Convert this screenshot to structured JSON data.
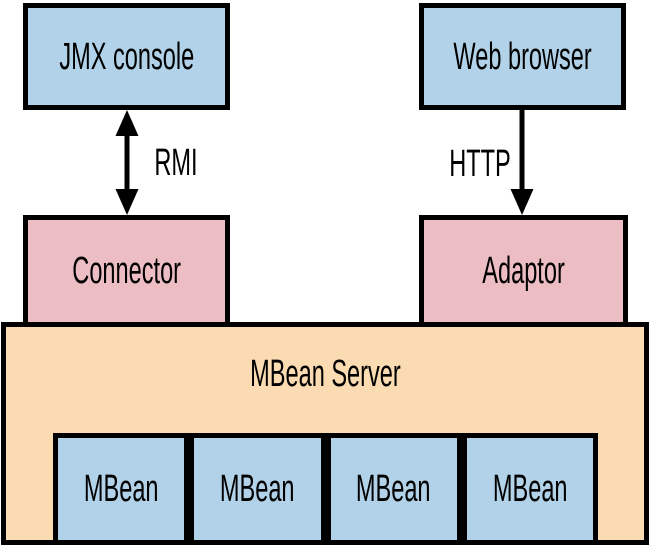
{
  "diagram": {
    "description": "JMX architecture diagram",
    "nodes": {
      "jmx_console": {
        "label": "JMX console"
      },
      "web_browser": {
        "label": "Web browser"
      },
      "connector": {
        "label": "Connector"
      },
      "adaptor": {
        "label": "Adaptor"
      },
      "mbean_server": {
        "label": "MBean Server"
      },
      "mbeans": [
        {
          "label": "MBean"
        },
        {
          "label": "MBean"
        },
        {
          "label": "MBean"
        },
        {
          "label": "MBean"
        }
      ]
    },
    "edges": [
      {
        "from": "JMX console",
        "to": "Connector",
        "label": "RMI",
        "arrow": "double-headed-vertical"
      },
      {
        "from": "Web browser",
        "to": "Adaptor",
        "label": "HTTP",
        "arrow": "single-headed-down"
      }
    ],
    "colors": {
      "client_box_fill": "#b1d2e8",
      "protocol_box_fill": "#ecbdc3",
      "server_fill": "#fbdcb2",
      "border": "#000000",
      "background": "#ffffff"
    }
  }
}
